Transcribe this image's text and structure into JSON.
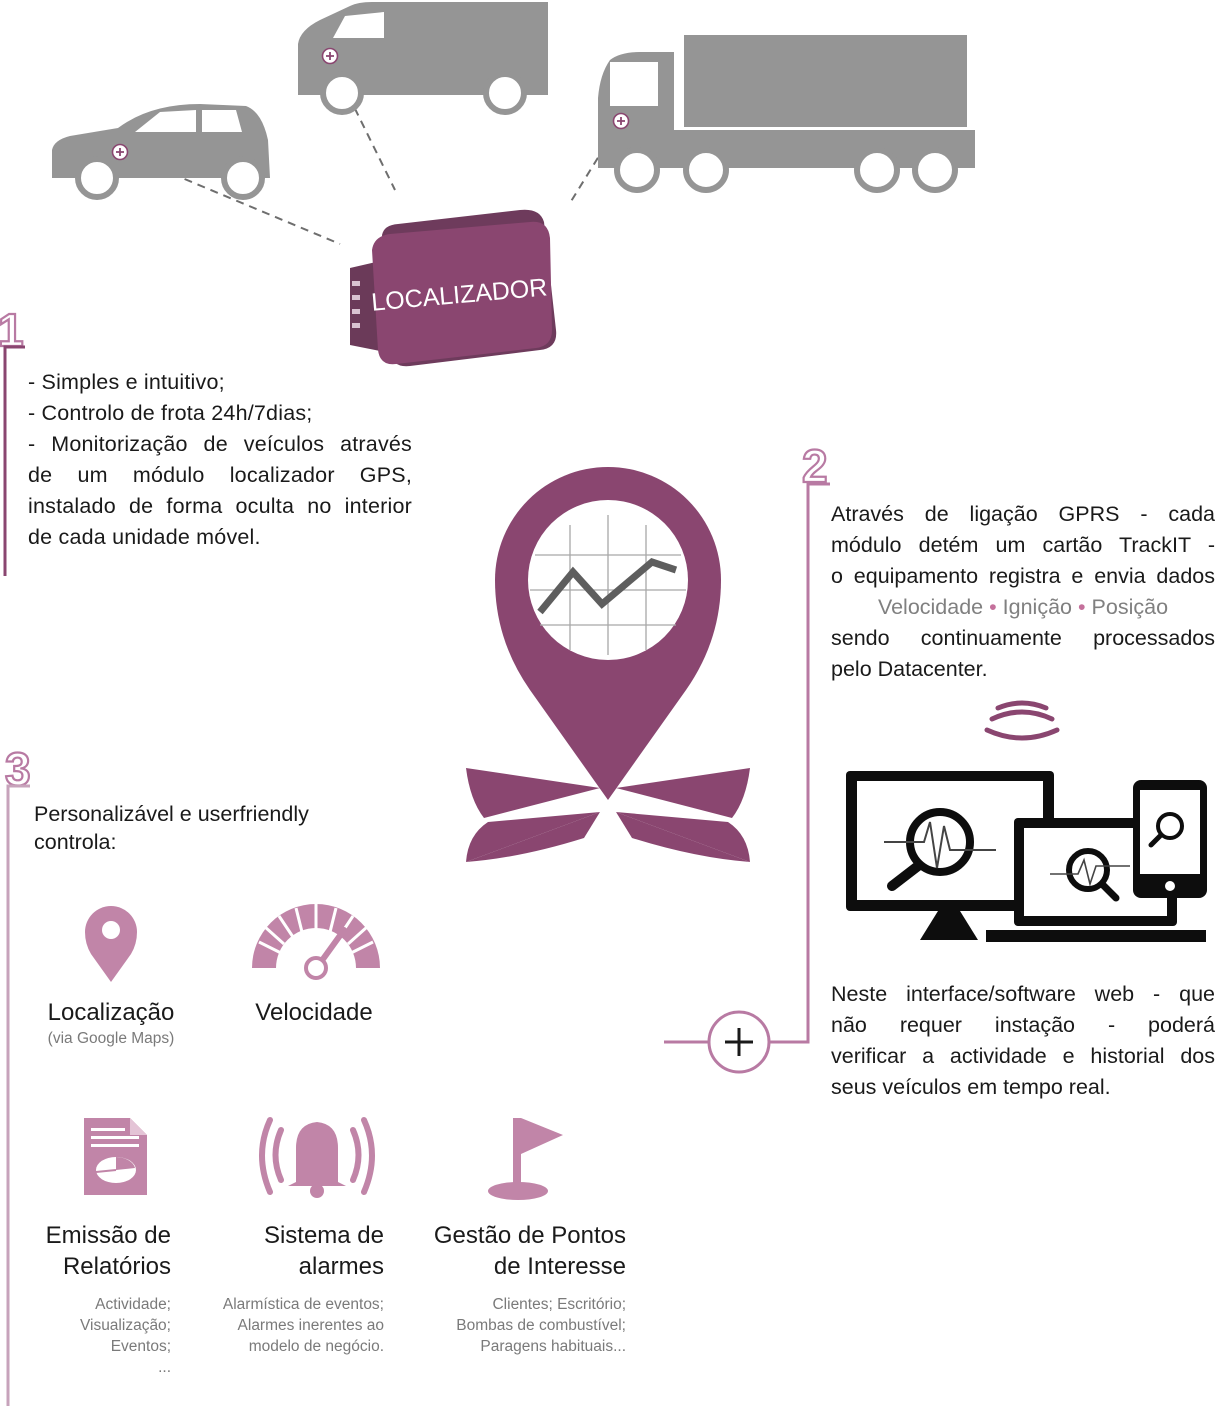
{
  "steps": [
    "1",
    "2",
    "3"
  ],
  "device_label": "LOCALIZADOR",
  "section1": {
    "lines": [
      "- Simples e intuitivo;",
      "- Controlo de frota 24h/7dias;",
      "- Monitorização de veículos através",
      "de um módulo localizador GPS,",
      "instalado de forma oculta no interior",
      "de cada unidade móvel."
    ]
  },
  "section2": {
    "lines": [
      "Através de ligação GPRS - cada",
      "módulo detém um cartão TrackIT -",
      "o equipamento registra e envia dados"
    ],
    "data_items": [
      "Velocidade",
      "Ignição",
      "Posição"
    ],
    "separator": "•",
    "lines_after": [
      "sendo continuamente processados",
      "pelo Datacenter."
    ],
    "web_lines": [
      "Neste interface/software web - que",
      "não requer instação - poderá",
      "verificar a actividade e historial dos",
      "seus veículos em tempo real."
    ]
  },
  "section3": {
    "intro": [
      "Personalizável e userfriendly",
      "controla:"
    ],
    "features": [
      {
        "title": [
          "Localização"
        ],
        "sub": [
          "(via Google Maps)"
        ]
      },
      {
        "title": [
          "Velocidade"
        ],
        "sub": []
      },
      {
        "title": [
          "Emissão de",
          "Relatórios"
        ],
        "sub": [
          "Actividade;",
          "Visualização;",
          "Eventos;",
          "..."
        ]
      },
      {
        "title": [
          "Sistema de",
          "alarmes"
        ],
        "sub": [
          "Alarmística de eventos;",
          "Alarmes inerentes ao",
          "modelo de negócio."
        ]
      },
      {
        "title": [
          "Gestão de Pontos",
          "de Interesse"
        ],
        "sub": [
          "Clientes; Escritório;",
          "Bombas de combustível;",
          "Paragens habituais..."
        ]
      }
    ]
  },
  "colors": {
    "purple": "#8a4670",
    "pink": "#c185a8",
    "vehicle_gray": "#959595",
    "line_pink": "#b87aa3"
  },
  "icons": [
    "car-icon",
    "van-icon",
    "truck-icon",
    "gps-tracker-icon",
    "map-pin-chart-icon",
    "wifi-signal-icon",
    "devices-icon",
    "plus-icon",
    "location-pin-icon",
    "speedometer-icon",
    "report-icon",
    "alarm-bell-icon",
    "flag-icon"
  ]
}
